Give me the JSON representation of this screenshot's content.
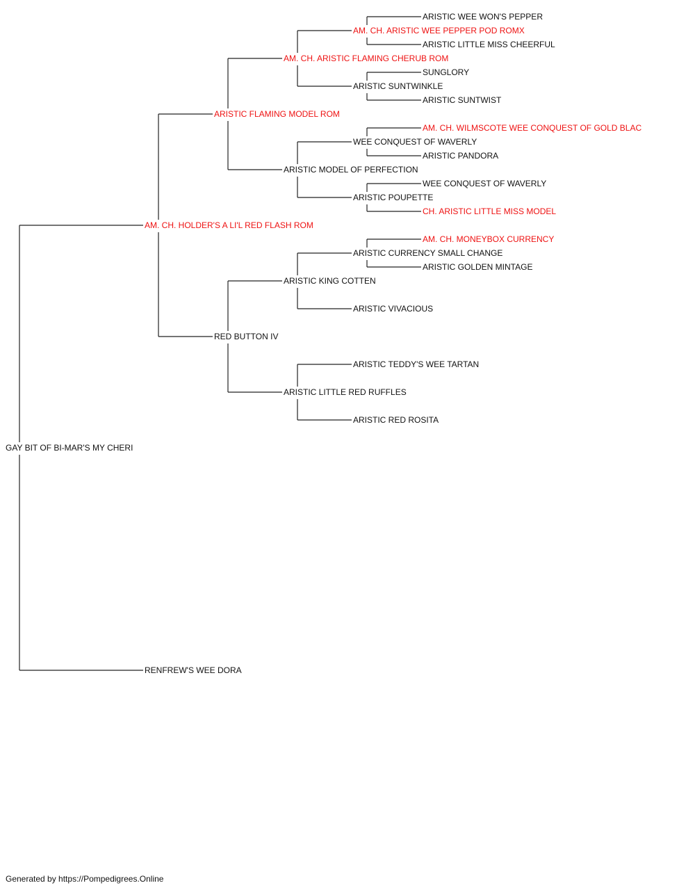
{
  "colors": {
    "champion": "#ee1111",
    "normal": "#111111",
    "line": "#222222"
  },
  "dog": {
    "name": "GAY BIT OF BI-MAR'S MY CHERI",
    "champion": false,
    "sire": {
      "name": "AM. CH. HOLDER'S A LI'L RED FLASH ROM",
      "champion": true,
      "sire": {
        "name": "ARISTIC FLAMING MODEL ROM",
        "champion": true,
        "sire": {
          "name": "AM. CH. ARISTIC FLAMING CHERUB ROM",
          "champion": true,
          "sire": {
            "name": "AM. CH. ARISTIC WEE PEPPER POD ROMX",
            "champion": true,
            "sire": {
              "name": "ARISTIC WEE WON'S PEPPER",
              "champion": false
            },
            "dam": {
              "name": "ARISTIC LITTLE MISS CHEERFUL",
              "champion": false
            }
          },
          "dam": {
            "name": "ARISTIC SUNTWINKLE",
            "champion": false,
            "sire": {
              "name": "SUNGLORY",
              "champion": false
            },
            "dam": {
              "name": "ARISTIC SUNTWIST",
              "champion": false
            }
          }
        },
        "dam": {
          "name": "ARISTIC MODEL OF PERFECTION",
          "champion": false,
          "sire": {
            "name": "WEE CONQUEST OF WAVERLY",
            "champion": false,
            "sire": {
              "name": "AM. CH. WILMSCOTE WEE CONQUEST OF GOLD BLAC",
              "champion": true
            },
            "dam": {
              "name": "ARISTIC PANDORA",
              "champion": false
            }
          },
          "dam": {
            "name": "ARISTIC POUPETTE",
            "champion": false,
            "sire": {
              "name": "WEE CONQUEST OF WAVERLY",
              "champion": false
            },
            "dam": {
              "name": "CH. ARISTIC LITTLE MISS MODEL",
              "champion": true
            }
          }
        }
      },
      "dam": {
        "name": "RED BUTTON IV",
        "champion": false,
        "sire": {
          "name": "ARISTIC KING COTTEN",
          "champion": false,
          "sire": {
            "name": "ARISTIC CURRENCY SMALL CHANGE",
            "champion": false,
            "sire": {
              "name": "AM. CH. MONEYBOX CURRENCY",
              "champion": true
            },
            "dam": {
              "name": "ARISTIC GOLDEN MINTAGE",
              "champion": false
            }
          },
          "dam": {
            "name": "ARISTIC VIVACIOUS",
            "champion": false
          }
        },
        "dam": {
          "name": "ARISTIC LITTLE RED RUFFLES",
          "champion": false,
          "sire": {
            "name": "ARISTIC TEDDY'S WEE TARTAN",
            "champion": false
          },
          "dam": {
            "name": "ARISTIC RED ROSITA",
            "champion": false
          }
        }
      }
    },
    "dam": {
      "name": "RENFREW'S WEE DORA",
      "champion": false
    }
  },
  "footer": {
    "text": "Generated by https://Pompedigrees.Online"
  }
}
